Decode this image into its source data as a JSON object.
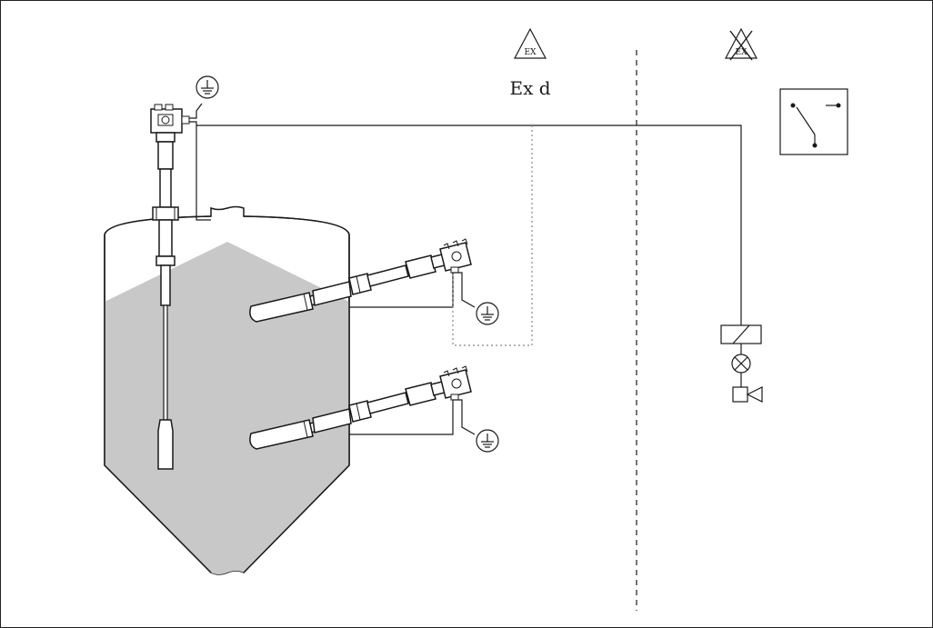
{
  "diagram": {
    "zones": {
      "hazardous_symbol": "EX",
      "hazardous_label": "Ex d",
      "safe_symbol": "EX",
      "safe_crossed": true
    },
    "icons": {
      "ground": "ground-icon",
      "relay": "relay-coil-icon",
      "lamp": "signal-lamp-icon",
      "horn": "horn-icon",
      "switch": "switch-icon"
    },
    "colors": {
      "medium_fill": "#c8c8c8",
      "line": "#1a1a1a",
      "zone_boundary": "#888888"
    }
  }
}
